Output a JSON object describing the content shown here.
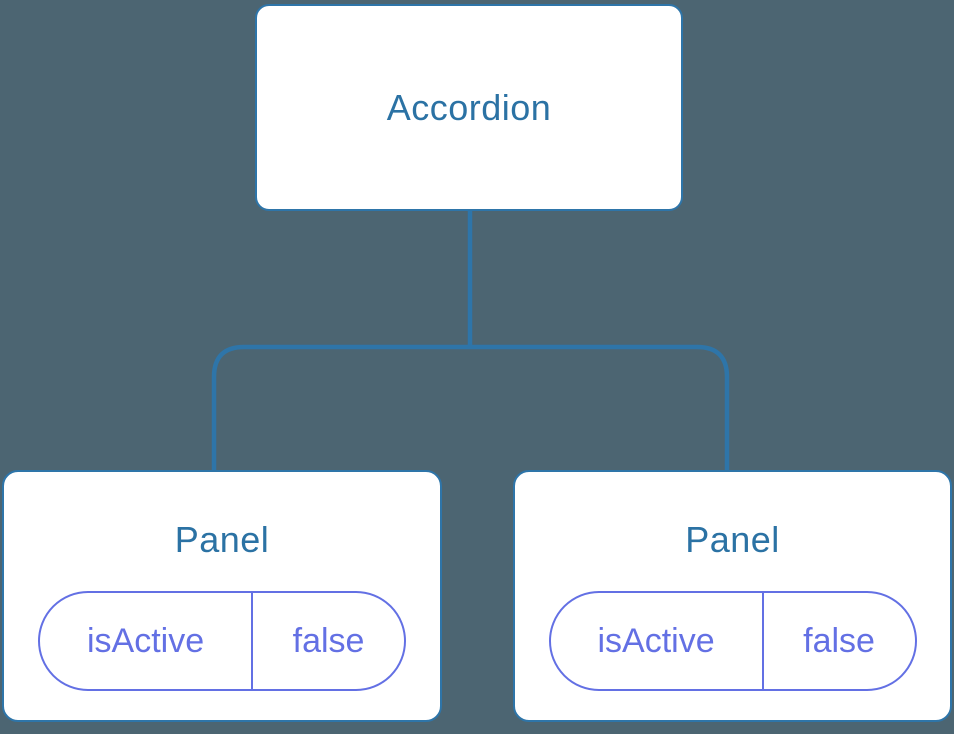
{
  "diagram": {
    "description": "Component tree diagram",
    "colors": {
      "background": "#4c6572",
      "node_fill": "#ffffff",
      "accent_blue": "#2e75a9",
      "blue_text": "#2b72a4",
      "accent_purple": "#6370e4"
    },
    "tree": {
      "root": {
        "label": "Accordion"
      },
      "children": [
        {
          "label": "Panel",
          "state": {
            "key": "isActive",
            "value": "false"
          }
        },
        {
          "label": "Panel",
          "state": {
            "key": "isActive",
            "value": "false"
          }
        }
      ]
    }
  }
}
